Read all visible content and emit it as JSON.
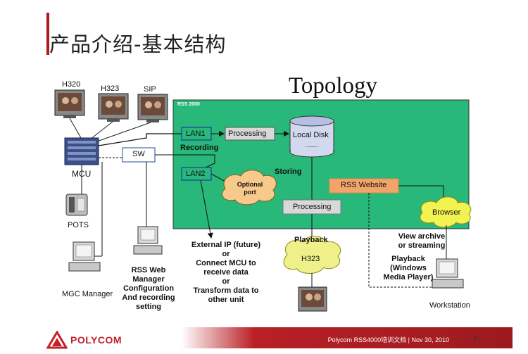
{
  "slide": {
    "title": "产品介绍-基本结构",
    "topology_heading": "Topology"
  },
  "endpoints": {
    "h320": "H320",
    "h323": "H323",
    "sip": "SIP",
    "mcu": "MCU",
    "pots": "POTS",
    "mgc_manager": "MGC Manager",
    "rss_web_manager": [
      "RSS Web",
      "Manager",
      "Configuration",
      "And recording",
      "setting"
    ]
  },
  "rss_box": {
    "label": "RSS 2000",
    "lan1": "LAN1",
    "lan2": "LAN2",
    "processing_top": "Processing",
    "processing_bottom": "Processing",
    "local_disk": "Local Disk",
    "recording": "Recording",
    "storing": "Storing",
    "rss_website": "RSS Website",
    "optional_port": [
      "Optional",
      "port"
    ]
  },
  "switch": "SW",
  "external_ip": [
    "External IP (future)",
    "or",
    "Connect MCU to",
    "receive data",
    "or",
    "Transform data to",
    "other unit"
  ],
  "playback": {
    "label": "Playback",
    "cloud": "H323"
  },
  "browser": {
    "cloud": "Browser",
    "view_text": [
      "View archive",
      "or streaming"
    ],
    "playback_text": [
      "Playback",
      "(Windows",
      "Media Player)"
    ],
    "workstation": "Workstation"
  },
  "footer": {
    "brand": "POLYCOM",
    "doc_text": "Polycom RSS4000培训文档 | Nov 30, 2010",
    "page": "6",
    "colors": {
      "brand_red": "#c3202a",
      "rss_green": "#27b87a"
    }
  }
}
